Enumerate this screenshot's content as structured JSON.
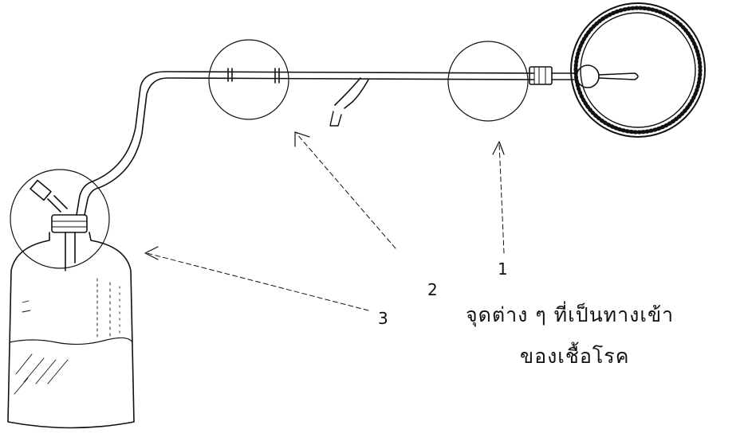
{
  "labels": {
    "one": "1",
    "two": "2",
    "three": "3"
  },
  "caption": {
    "line1": "จุดต่าง ๆ ที่เป็นทางเข้า",
    "line2": "ของเชื้อโรค"
  },
  "colors": {
    "ink": "#111111",
    "background": "#ffffff"
  }
}
